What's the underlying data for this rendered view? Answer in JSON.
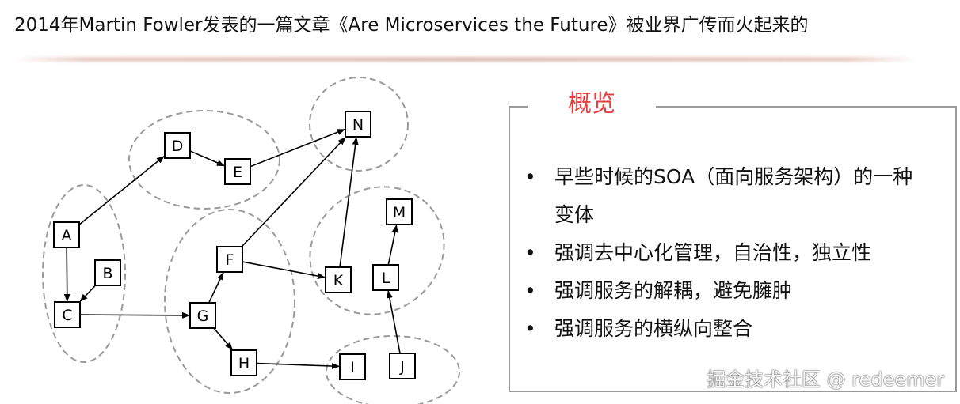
{
  "header": {
    "title": "2014年Martin Fowler发表的一篇文章《Are Microservices the Future》被业界广传而火起来的"
  },
  "diagram": {
    "nodes": [
      "A",
      "B",
      "C",
      "D",
      "E",
      "F",
      "G",
      "H",
      "I",
      "J",
      "K",
      "L",
      "M",
      "N"
    ],
    "edges": [
      [
        "A",
        "D"
      ],
      [
        "D",
        "E"
      ],
      [
        "E",
        "N"
      ],
      [
        "A",
        "C"
      ],
      [
        "B",
        "C"
      ],
      [
        "C",
        "G"
      ],
      [
        "G",
        "F"
      ],
      [
        "F",
        "N"
      ],
      [
        "F",
        "K"
      ],
      [
        "K",
        "N"
      ],
      [
        "G",
        "H"
      ],
      [
        "H",
        "I"
      ],
      [
        "L",
        "M"
      ],
      [
        "J",
        "L"
      ]
    ],
    "groups": [
      [
        "A",
        "B",
        "C"
      ],
      [
        "D",
        "E"
      ],
      [
        "N"
      ],
      [
        "F",
        "G",
        "H"
      ],
      [
        "K",
        "L",
        "M"
      ],
      [
        "I",
        "J"
      ]
    ],
    "colors": {
      "group_border": "#9a9a9a",
      "node_border": "#000000",
      "edge": "#000000"
    }
  },
  "overview": {
    "title": "概览",
    "title_color": "#e23f3f",
    "bullet_symbol": "•",
    "items": [
      {
        "line1": "早些时候的SOA（面向服务架构）的一种",
        "line2": "变体"
      },
      {
        "line1": "强调去中心化管理，自治性，独立性"
      },
      {
        "line1": "强调服务的解耦，避免臃肿"
      },
      {
        "line1": "强调服务的横纵向整合"
      }
    ]
  },
  "watermark": {
    "text": "掘金技术社区 @ redeemer"
  }
}
